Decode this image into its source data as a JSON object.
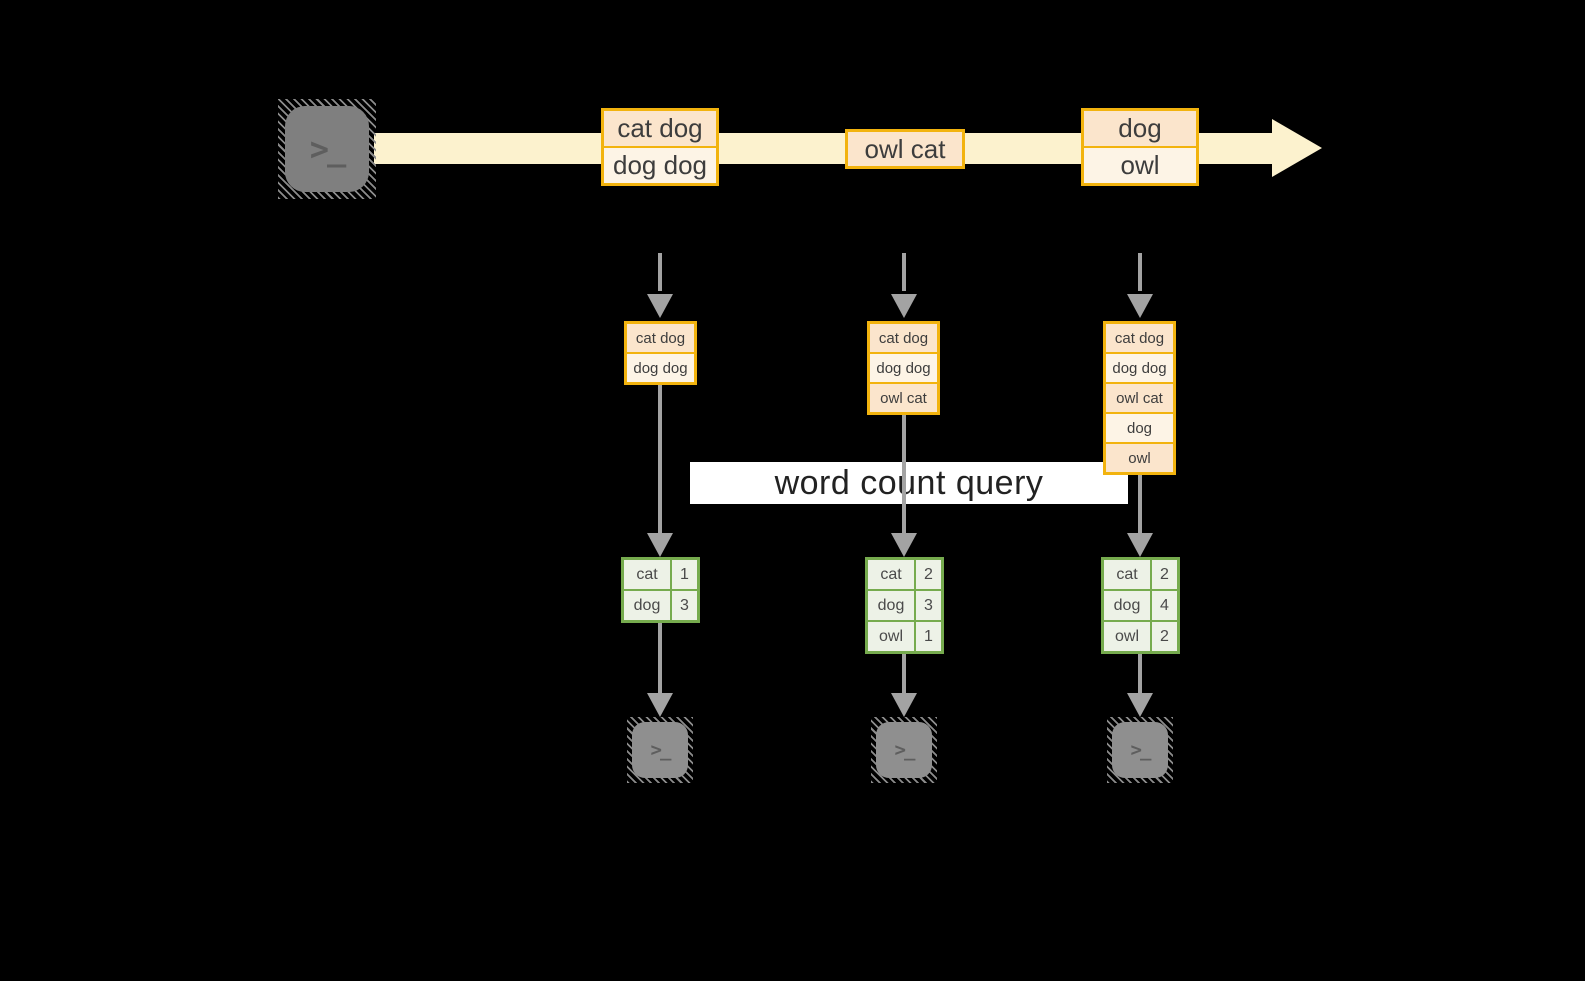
{
  "colors": {
    "background": "#000000",
    "stream_band": "#FCF2CE",
    "event_border": "#F2B30E",
    "event_fill_dark": "#FBE5CC",
    "event_fill_light": "#FDF4E6",
    "table_border": "#76AB4E",
    "table_fill": "#EDF2E7",
    "arrow_gray": "#A3A3A3",
    "terminal_fill": "#7F7F7F",
    "terminal_fill_bottom": "#8F8F8F",
    "terminal_glyph": "#5E5E5E",
    "text_dark": "#3D3D3D",
    "query_bg": "#FFFFFF",
    "query_text": "#222222"
  },
  "icons": {
    "terminal_prompt": ">_"
  },
  "stream": {
    "events": [
      {
        "rows": [
          "cat dog",
          "dog dog"
        ]
      },
      {
        "rows": [
          "owl cat"
        ]
      },
      {
        "rows": [
          "dog",
          "owl"
        ]
      }
    ]
  },
  "query": {
    "label": "word count query"
  },
  "columns": [
    {
      "state": [
        "cat dog",
        "dog dog"
      ],
      "counts": [
        [
          "cat",
          "1"
        ],
        [
          "dog",
          "3"
        ]
      ]
    },
    {
      "state": [
        "cat dog",
        "dog dog",
        "owl cat"
      ],
      "counts": [
        [
          "cat",
          "2"
        ],
        [
          "dog",
          "3"
        ],
        [
          "owl",
          "1"
        ]
      ]
    },
    {
      "state": [
        "cat dog",
        "dog dog",
        "owl cat",
        "dog",
        "owl"
      ],
      "counts": [
        [
          "cat",
          "2"
        ],
        [
          "dog",
          "4"
        ],
        [
          "owl",
          "2"
        ]
      ]
    }
  ]
}
